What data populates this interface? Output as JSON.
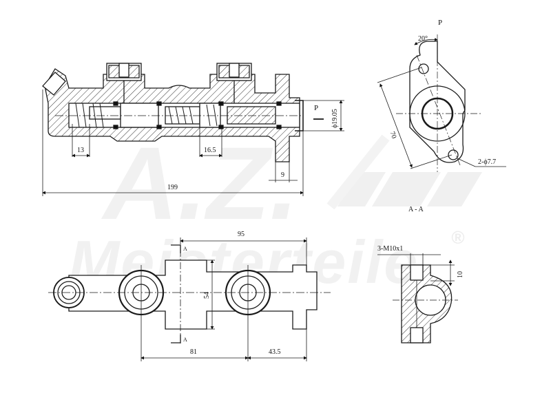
{
  "drawing": {
    "title": "Brake Master Cylinder technical drawing",
    "watermark": {
      "logo_text": "A.Z.",
      "brand_text": "Meisterteile",
      "registered_mark": "®"
    },
    "section_view": {
      "label_p_arrow": "P",
      "dim_bore": "ϕ19.05",
      "dim_13": "13",
      "dim_16_5": "16.5",
      "dim_9": "9",
      "dim_overall_length": "199"
    },
    "end_view_p": {
      "view_label": "P",
      "angle": "20°",
      "dim_70": "70",
      "holes": "2-ϕ7.7"
    },
    "section_a_a": {
      "label": "A - A",
      "thread": "3-M10x1",
      "dim_10": "10"
    },
    "top_view": {
      "dim_95": "95",
      "dim_54": "54",
      "dim_81": "81",
      "dim_43_5": "43.5",
      "section_mark_top": "A",
      "section_mark_bottom": "A"
    },
    "colors": {
      "line": "#1a1a1a",
      "hatch": "#333333",
      "watermark": "#e4e4e4"
    }
  }
}
